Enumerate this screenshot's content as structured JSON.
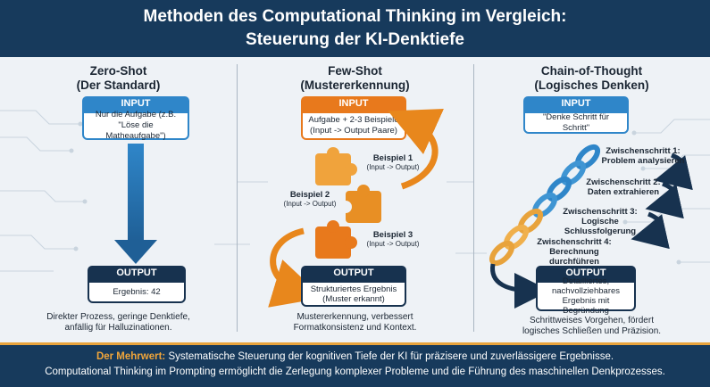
{
  "header": {
    "title_line1": "Methoden des Computational Thinking im Vergleich:",
    "title_line2": "Steuerung der KI-Denktiefe"
  },
  "zero_shot": {
    "title_line1": "Zero-Shot",
    "title_line2": "(Der Standard)",
    "input_label": "INPUT",
    "input_line1": "Nur die Aufgabe (z.B.",
    "input_line2": "\"Löse die Matheaufgabe\")",
    "output_label": "OUTPUT",
    "output_text": "Ergebnis: 42",
    "desc_line1": "Direkter Prozess, geringe Denktiefe,",
    "desc_line2": "anfällig für Halluzinationen."
  },
  "few_shot": {
    "title_line1": "Few-Shot",
    "title_line2": "(Mustererkennung)",
    "input_label": "INPUT",
    "input_line1": "Aufgabe + 2-3 Beispiele",
    "input_line2": "(Input -> Output Paare)",
    "examples": [
      {
        "title": "Beispiel 1",
        "sub": "(Input -> Output)"
      },
      {
        "title": "Beispiel 2",
        "sub": "(Input -> Output)"
      },
      {
        "title": "Beispiel 3",
        "sub": "(Input -> Output)"
      }
    ],
    "output_label": "OUTPUT",
    "output_line1": "Strukturiertes Ergebnis",
    "output_line2": "(Muster erkannt)",
    "desc_line1": "Mustererkennung, verbessert",
    "desc_line2": "Formatkonsistenz und Kontext."
  },
  "cot": {
    "title_line1": "Chain-of-Thought",
    "title_line2": "(Logisches Denken)",
    "input_label": "INPUT",
    "input_text": "\"Denke Schritt für Schritt\"",
    "steps": [
      {
        "title": "Zwischenschritt 1:",
        "text": "Problem analysieren"
      },
      {
        "title": "Zwischenschritt 2:",
        "text": "Daten extrahieren"
      },
      {
        "title": "Zwischenschritt 3:",
        "text": "Logische Schlussfolgerung"
      },
      {
        "title": "Zwischenschritt 4:",
        "text": "Berechnung durchführen"
      }
    ],
    "output_label": "OUTPUT",
    "output_line1": "Detailliertes,",
    "output_line2": "nachvollziehbares",
    "output_line3": "Ergebnis mit Begründung",
    "desc_line1": "Schrittweises Vorgehen, fördert",
    "desc_line2": "logisches Schließen und Präzision."
  },
  "footer": {
    "key": "Der Mehrwert:",
    "line1_rest": " Systematische Steuerung der kognitiven Tiefe der KI für präzisere und zuverlässigere Ergebnisse.",
    "line2": "Computational Thinking im Prompting ermöglicht die Zerlegung komplexer Probleme und die Führung des maschinellen Denkprozesses."
  },
  "colors": {
    "navy": "#173a5c",
    "blue": "#2f86c9",
    "orange": "#e8791c",
    "accent": "#f0a53a"
  }
}
